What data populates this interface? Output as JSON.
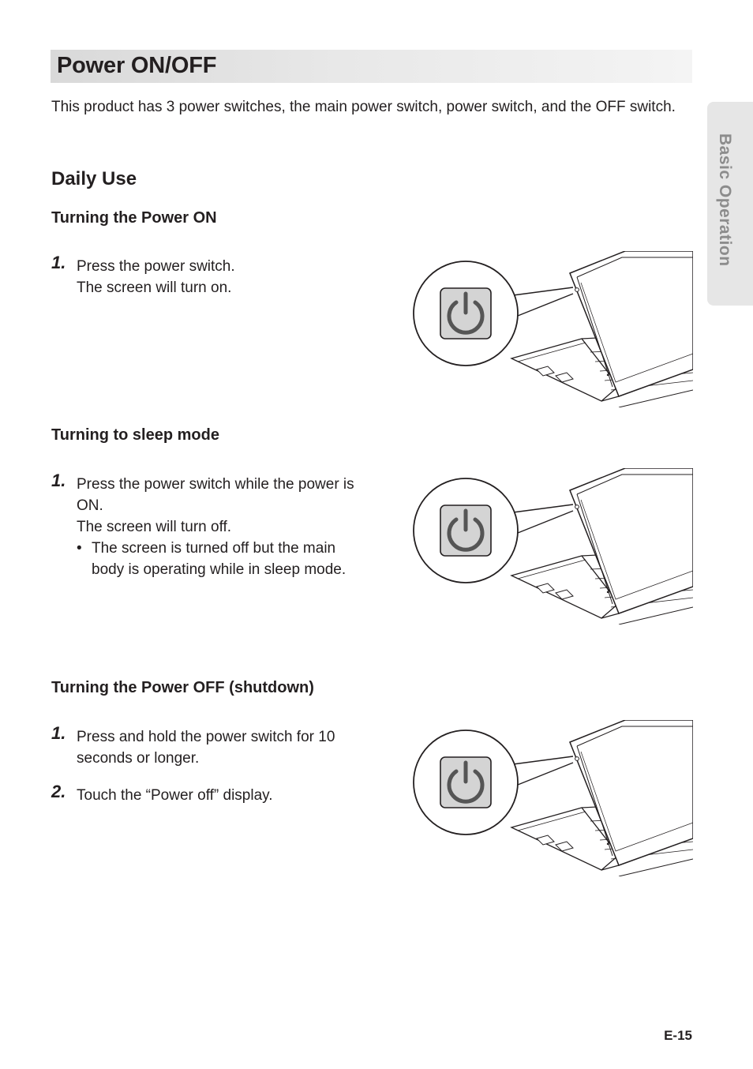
{
  "page": {
    "title": "Power ON/OFF",
    "intro": "This product has 3 power switches, the main power switch, power switch, and the OFF switch.",
    "side_tab": "Basic Operation",
    "page_number": "E-15"
  },
  "daily_use": {
    "heading": "Daily Use",
    "power_on": {
      "heading": "Turning the Power ON",
      "steps": [
        {
          "num": "1.",
          "lines": [
            "Press the power switch.",
            "The screen will turn on."
          ]
        }
      ]
    },
    "sleep": {
      "heading": "Turning to sleep mode",
      "steps": [
        {
          "num": "1.",
          "lines": [
            "Press the power switch while the power is ON.",
            "The screen will turn off."
          ],
          "bullet": "The screen is turned off but the main body is operating while in sleep mode."
        }
      ]
    },
    "power_off": {
      "heading": "Turning the Power OFF (shutdown)",
      "steps": [
        {
          "num": "1.",
          "lines": [
            "Press and hold the power switch for 10 seconds or longer."
          ]
        },
        {
          "num": "2.",
          "lines": [
            "Touch the “Power off” display."
          ]
        }
      ]
    }
  },
  "illustration": {
    "icon": "power-icon",
    "button_fill": "#d4d4d4",
    "icon_color": "#555555"
  }
}
